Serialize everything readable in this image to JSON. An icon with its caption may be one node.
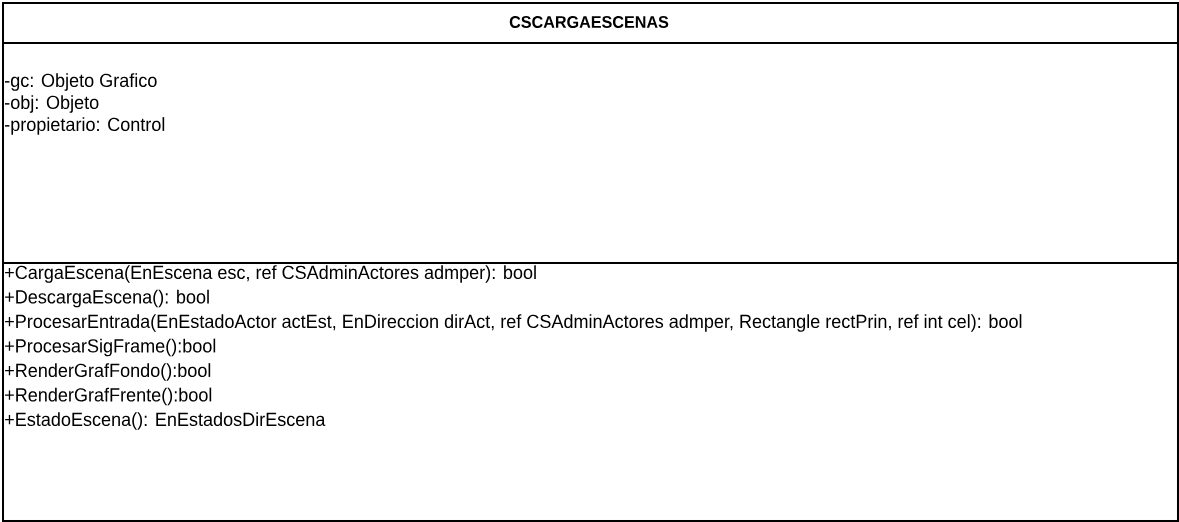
{
  "diagram": {
    "nodes": [
      {
        "text": [
          "CSCARGAESCENAS"
        ]
      },
      {
        "text": [
          "-gc: Objeto Grafico",
          "-obj: Objeto",
          "-propietario: Control"
        ],
        "in": 0
      },
      {
        "text": [
          "+CargaEscena(EnEscena esc, ref CSAdminActores admper): bool",
          "+DescargaEscena(): bool",
          "+ProcesarEntrada(EnEstadoActor actEst, EnDireccion dirAct, ref CSAdminActores admper, Rectangle rectPrin, ref int cel): bool",
          "+ProcesarSigFrame():bool",
          "+RenderGrafFondo():bool",
          "+RenderGrafFrente():bool",
          "+EstadoEscena(): EnEstadosDirEscena"
        ],
        "in": 0
      }
    ]
  }
}
